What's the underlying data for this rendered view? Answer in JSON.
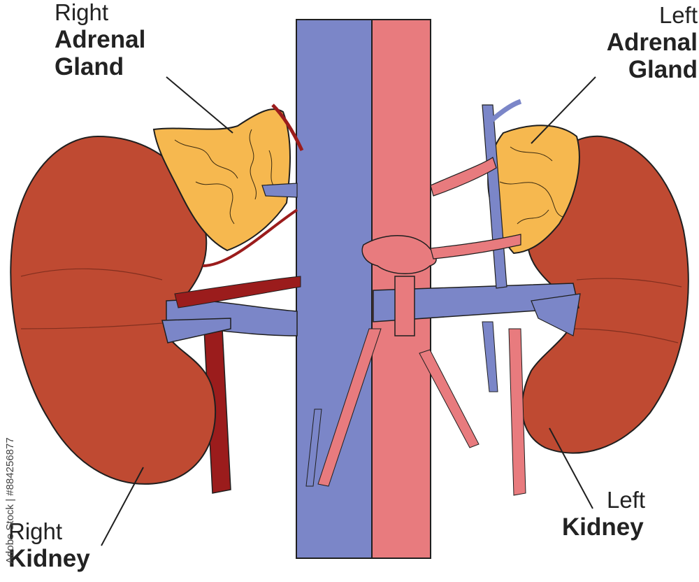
{
  "labels": {
    "right_adrenal": {
      "line1": "Right",
      "line2": "Adrenal",
      "line3": "Gland"
    },
    "left_adrenal": {
      "line1": "Left",
      "line2": "Adrenal",
      "line3": "Gland"
    },
    "right_kidney": {
      "line1": "Right",
      "line2": "Kidney"
    },
    "left_kidney": {
      "line1": "Left",
      "line2": "Kidney"
    }
  },
  "watermark": {
    "text": "Adobe Stock | #884256877"
  },
  "colors": {
    "kidney": "#bf4a32",
    "adrenal": "#f6b84f",
    "vein": "#7b86c8",
    "artery": "#e87b7e",
    "dark_artery": "#9b1c1c",
    "outline": "#1f1f1f"
  }
}
